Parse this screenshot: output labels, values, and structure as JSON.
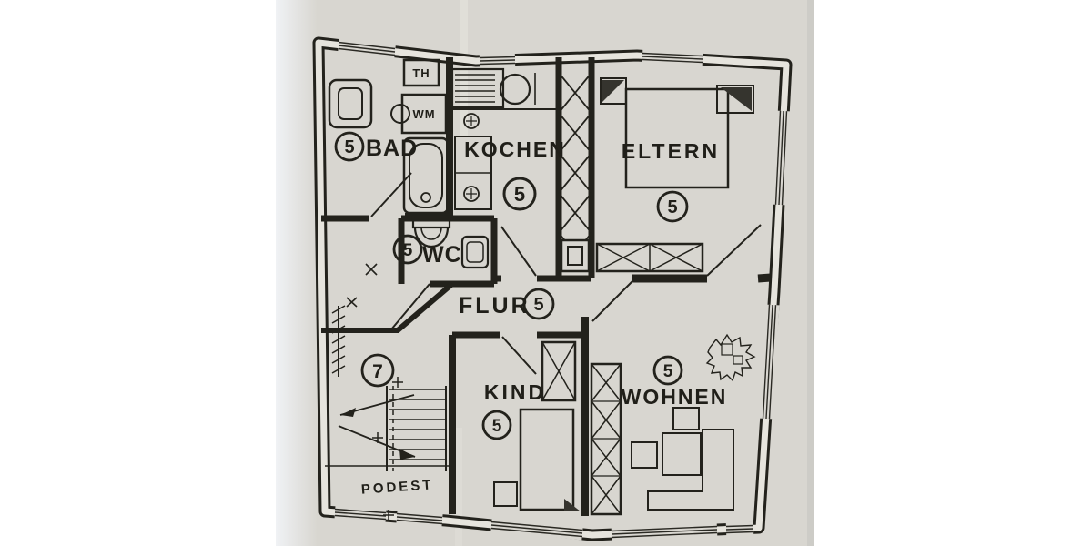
{
  "colors": {
    "page_background": "#ffffff",
    "paper": "#d8d6d0",
    "paper_edge_left": "#eceef1",
    "ink": "#23221c"
  },
  "rooms": [
    {
      "id": "bad",
      "label": "BAD",
      "number": "5"
    },
    {
      "id": "kochen",
      "label": "KOCHEN",
      "number": "5"
    },
    {
      "id": "eltern",
      "label": "ELTERN",
      "number": "5"
    },
    {
      "id": "wc",
      "label": "WC",
      "number": "5"
    },
    {
      "id": "flur",
      "label": "FLUR",
      "number": "5"
    },
    {
      "id": "treppe",
      "label": "",
      "number": "7"
    },
    {
      "id": "kind",
      "label": "KIND",
      "number": "5"
    },
    {
      "id": "wohnen",
      "label": "WOHNEN",
      "number": "5"
    },
    {
      "id": "podest",
      "label": "PODEST",
      "number": ""
    }
  ],
  "equipment_labels": {
    "th": "TH",
    "wm": "WM"
  }
}
